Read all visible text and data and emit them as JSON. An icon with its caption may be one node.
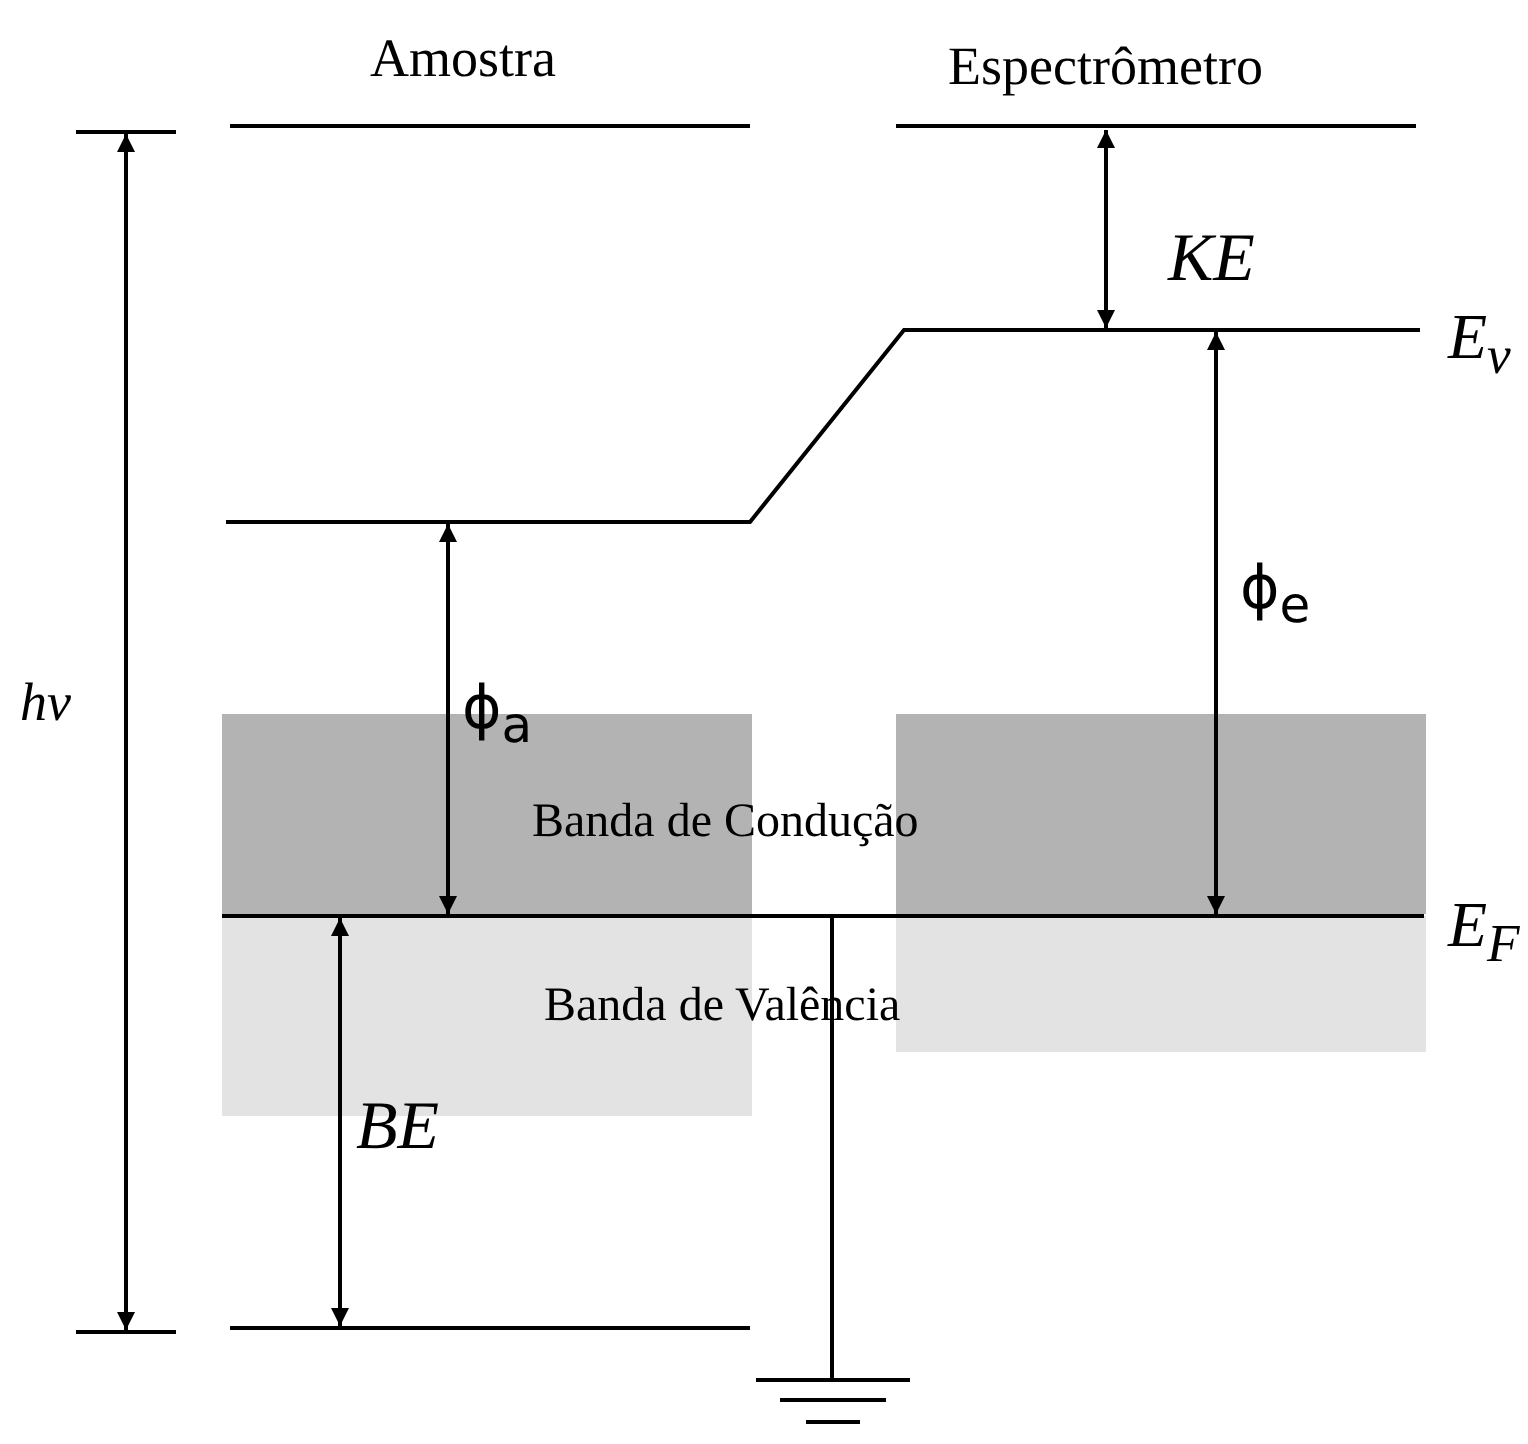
{
  "diagram": {
    "labels": [
      "Amostra",
      "Espectrômetro",
      "KE",
      "E$_{v}$",
      "ϕ$_{e}$",
      "hν",
      "ϕ$_{a}$",
      "Banda de Condução",
      "E$_{F}$",
      "Banda de Valência",
      "BE"
    ]
  }
}
